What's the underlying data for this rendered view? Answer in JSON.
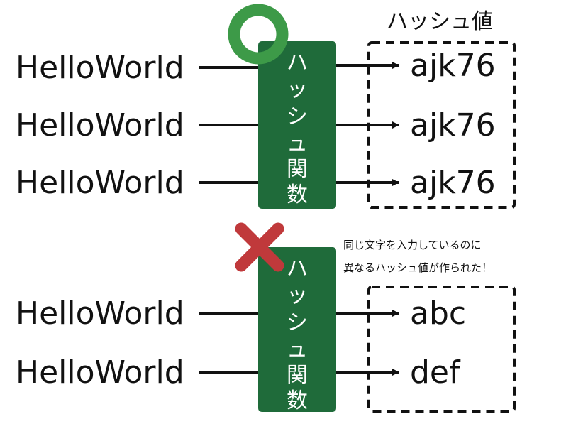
{
  "colors": {
    "function_box": "#1f6b3a",
    "ok_ring": "#3d9a48",
    "ng_cross": "#c0393b",
    "line": "#111111"
  },
  "header": {
    "hash_value_label": "ハッシュ値"
  },
  "top_example": {
    "verdict_icon": "circle-ok-icon",
    "function_label_chars": [
      "ハ",
      "ッ",
      "シ",
      "ュ",
      "関",
      "数"
    ],
    "inputs": [
      "HelloWorld",
      "HelloWorld",
      "HelloWorld"
    ],
    "outputs": [
      "ajk76",
      "ajk76",
      "ajk76"
    ]
  },
  "bottom_example": {
    "verdict_icon": "cross-ng-icon",
    "function_label_chars": [
      "ハ",
      "ッ",
      "シ",
      "ュ",
      "関",
      "数"
    ],
    "note_lines": [
      "同じ文字を入力しているのに",
      "異なるハッシュ値が作られた！"
    ],
    "inputs": [
      "HelloWorld",
      "HelloWorld"
    ],
    "outputs": [
      "abc",
      "def"
    ]
  }
}
